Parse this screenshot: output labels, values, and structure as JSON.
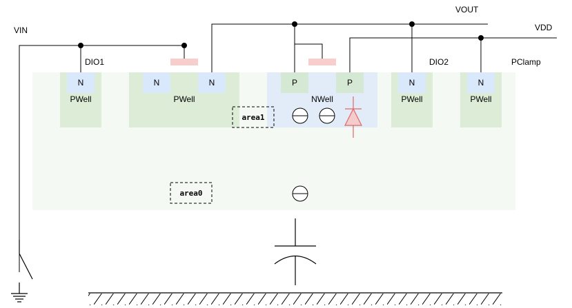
{
  "labels": {
    "vin": "VIN",
    "vout": "VOUT",
    "vdd": "VDD",
    "dio1": "DIO1",
    "dio2": "DIO2",
    "pclamp": "PClamp"
  },
  "wells": {
    "pwell_1": "PWell",
    "pwell_2": "PWell",
    "nwell": "NWell",
    "pwell_3": "PWell",
    "pwell_4": "PWell"
  },
  "taps": {
    "n1": "N",
    "n2": "N",
    "n3": "N",
    "p1": "P",
    "p2": "P",
    "n4": "N",
    "n5": "N"
  },
  "areas": {
    "area1": "area1",
    "area0": "area0"
  },
  "colors": {
    "substrate": "#f5f9f3",
    "pwell": "#dcecd6",
    "nwell": "#e2ecf8",
    "n_diffusion": "#dae8fc",
    "p_diffusion": "#d5e8d4",
    "gate": "#f8cecc",
    "diode": "#e06666",
    "wire": "#000000"
  },
  "icons": [
    "minus-circle-icon",
    "diode-icon",
    "capacitor-icon",
    "ground-icon",
    "switch-icon"
  ]
}
